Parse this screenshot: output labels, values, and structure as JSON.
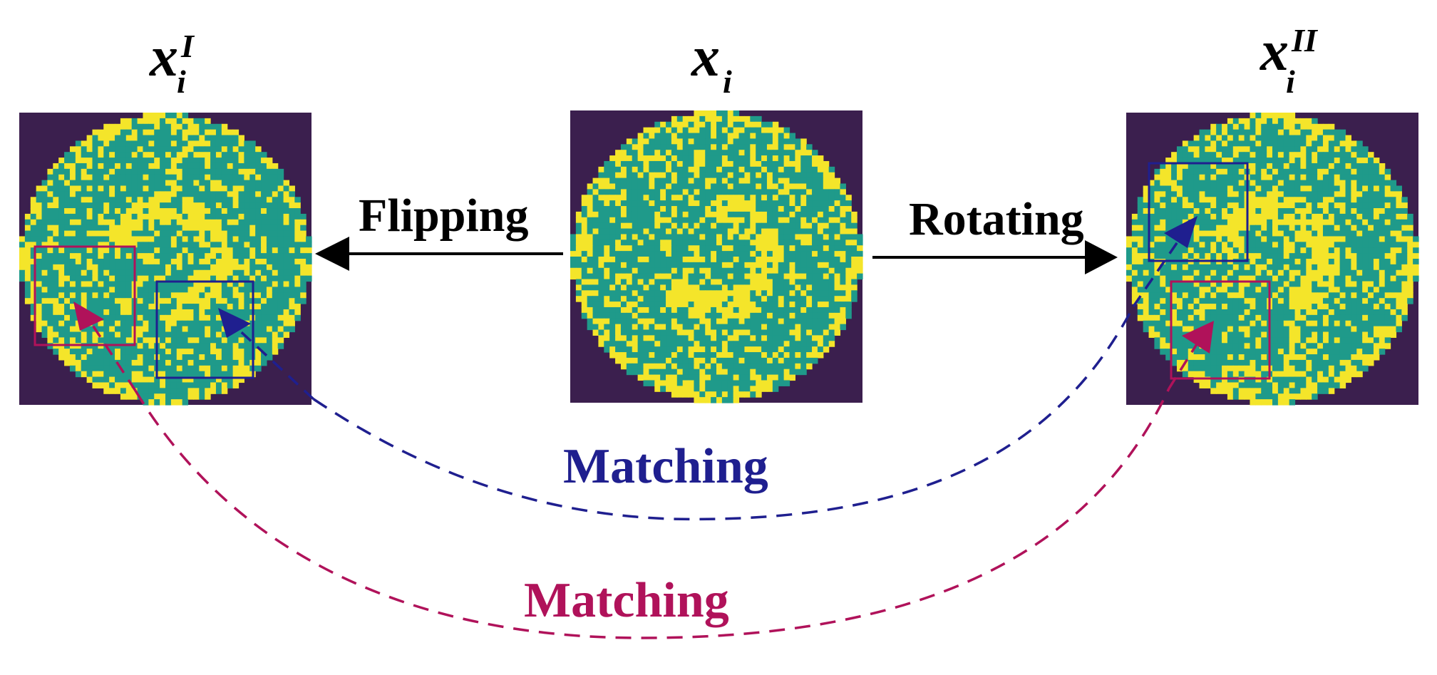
{
  "panels": {
    "left": {
      "base": "x",
      "sub": "i",
      "sup": "I",
      "operation": "Flipping"
    },
    "center": {
      "base": "x",
      "sub": "i",
      "sup": ""
    },
    "right": {
      "base": "x",
      "sub": "i",
      "sup": "II",
      "operation": "Rotating"
    }
  },
  "matching": {
    "blue": {
      "label": "Matching",
      "color": "#1f1f8f"
    },
    "crimson": {
      "label": "Matching",
      "color": "#b0125a"
    }
  },
  "colors": {
    "background_dark": "#3b1f4e",
    "teal": "#1f9a8a",
    "yellow": "#f4e52a",
    "arrow": "#000000"
  }
}
